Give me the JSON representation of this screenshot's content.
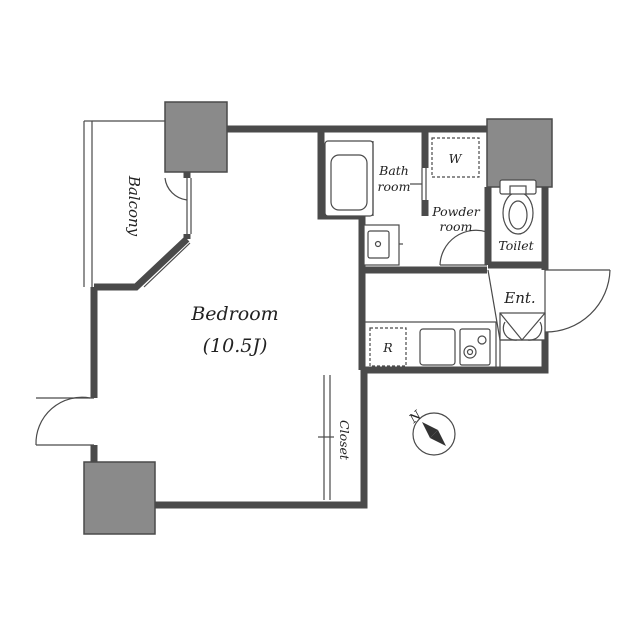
{
  "rooms": {
    "bedroom": "Bedroom",
    "bedroom_size": "(10.5J)",
    "bath_line1": "Bath",
    "bath_line2": "room",
    "powder_line1": "Powder",
    "powder_line2": "room",
    "toilet": "Toilet",
    "entrance": "Ent.",
    "closet": "Closet",
    "balcony": "Balcony"
  },
  "fixtures": {
    "washer": "W",
    "refrigerator": "R"
  },
  "compass": {
    "north": "N"
  }
}
